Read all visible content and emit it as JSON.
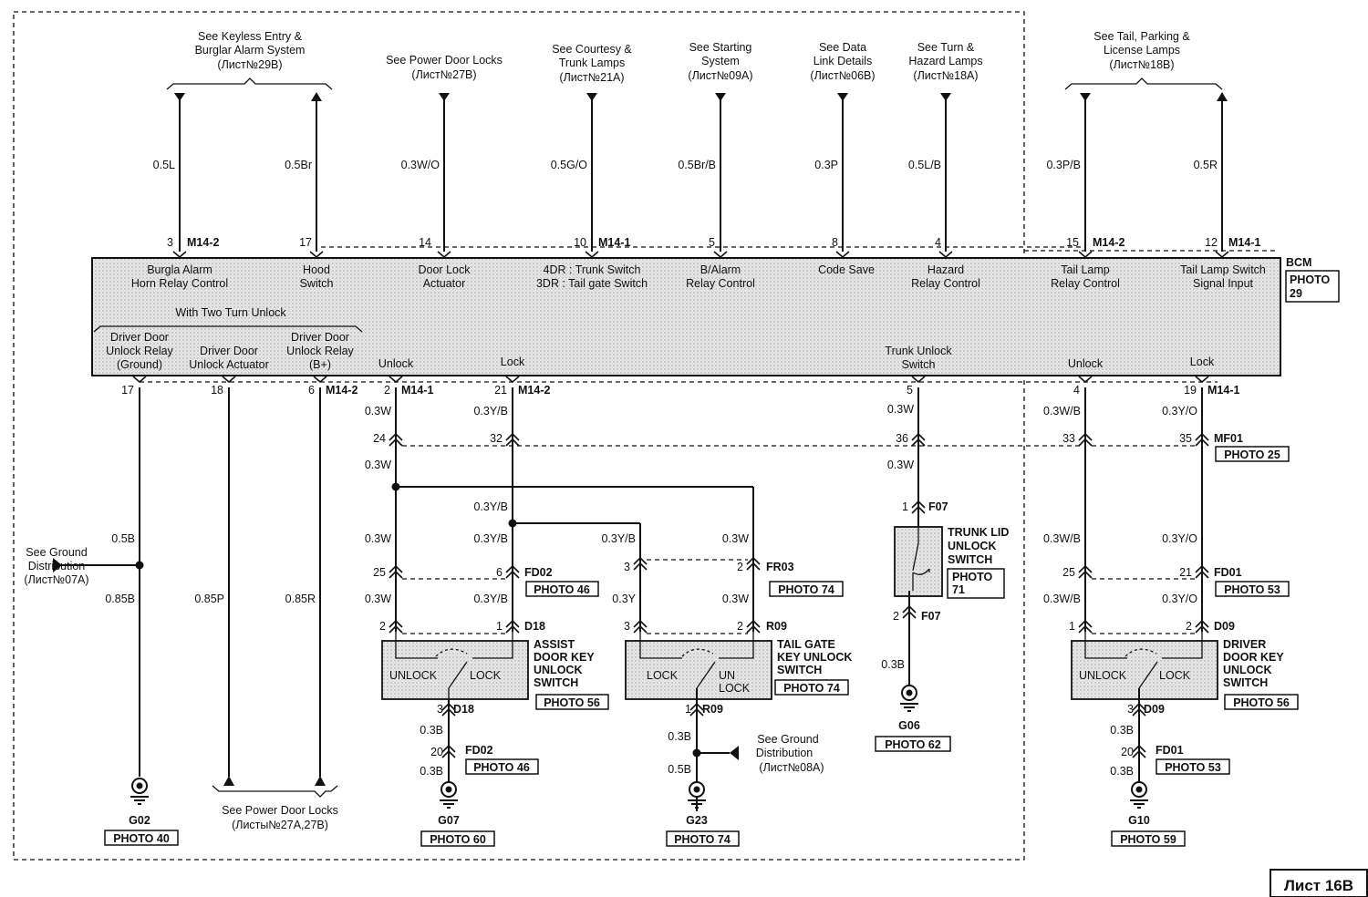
{
  "sheet": "Лист 16В",
  "ecu": {
    "name": "BCM",
    "photo": [
      "PHOTO",
      "29"
    ],
    "top_labels": [
      {
        "l1": "Burgla Alarm",
        "l2": "Horn Relay Control"
      },
      {
        "l1": "Hood",
        "l2": "Switch"
      },
      {
        "l1": "Door Lock",
        "l2": "Actuator"
      },
      {
        "l1": "4DR : Trunk Switch",
        "l2": "3DR : Tail gate Switch"
      },
      {
        "l1": "B/Alarm",
        "l2": "Relay Control"
      },
      {
        "l1": "Code Save",
        "l2": ""
      },
      {
        "l1": "Hazard",
        "l2": "Relay Control"
      },
      {
        "l1": "Tail Lamp",
        "l2": "Relay Control"
      },
      {
        "l1": "Tail Lamp Switch",
        "l2": "Signal Input"
      }
    ],
    "two_turn": "With Two Turn Unlock",
    "bottom_labels": [
      {
        "l1": "Driver Door",
        "l2": "Unlock Relay",
        "l3": "(Ground)"
      },
      {
        "l1": "Driver Door",
        "l2": "Unlock Actuator",
        "l3": ""
      },
      {
        "l1": "Driver Door",
        "l2": "Unlock Relay",
        "l3": "(B+)"
      },
      {
        "l1": "Unlock",
        "l2": "",
        "l3": ""
      },
      {
        "l1": "Lock",
        "l2": "",
        "l3": ""
      },
      {
        "l1": "Trunk Unlock",
        "l2": "Switch",
        "l3": ""
      },
      {
        "l1": "Unlock",
        "l2": "",
        "l3": ""
      },
      {
        "l1": "Lock",
        "l2": "",
        "l3": ""
      }
    ]
  },
  "top_refs": [
    {
      "l1": "See Keyless Entry &",
      "l2": "Burglar Alarm System",
      "l3": "(Лист№29В)"
    },
    {
      "l1": "See Power Door Locks",
      "l2": "(Лист№27В)",
      "l3": ""
    },
    {
      "l1": "See Courtesy &",
      "l2": "Trunk Lamps",
      "l3": "(Лист№21А)"
    },
    {
      "l1": "See Starting",
      "l2": "System",
      "l3": "(Лист№09А)"
    },
    {
      "l1": "See Data",
      "l2": "Link Details",
      "l3": "(Лист№06В)"
    },
    {
      "l1": "See Turn &",
      "l2": "Hazard Lamps",
      "l3": "(Лист№18А)"
    },
    {
      "l1": "See Tail, Parking &",
      "l2": "License Lamps",
      "l3": "(Лист№18В)"
    }
  ],
  "top_wires": [
    "0.5L",
    "0.5Br",
    "0.3W/O",
    "0.5G/O",
    "0.5Br/B",
    "0.3P",
    "0.5L/B",
    "0.3P/B",
    "0.5R"
  ],
  "top_pins": [
    "3",
    "17",
    "14",
    "10",
    "5",
    "8",
    "4",
    "15",
    "12"
  ],
  "top_connectors": [
    "M14-2",
    "M14-1",
    "M14-2",
    "M14-1"
  ],
  "bottom_pins": [
    "17",
    "18",
    "6",
    "2",
    "21",
    "5",
    "4",
    "19"
  ],
  "bottom_connectors": [
    "M14-2",
    "M14-1",
    "M14-2",
    "M14-1"
  ],
  "left": {
    "ground_ref": {
      "l1": "See Ground",
      "l2": "Distribution",
      "l3": "(Лист№07А)"
    },
    "wires": [
      "0.5B",
      "0.85B",
      "0.85P",
      "0.85R"
    ],
    "ground": "G02",
    "ground_photo": "PHOTO 40",
    "pdl_ref": {
      "l1": "See Power Door Locks",
      "l2": "(Листы№27А,27В)"
    }
  },
  "assist": {
    "wires": [
      "0.3W",
      "0.3W",
      "0.3W",
      "0.3W",
      "0.3Y/B",
      "0.3Y/B",
      "0.3Y/B",
      "0.3Y/B"
    ],
    "conn_mf_pins": [
      "24",
      "32"
    ],
    "fd02_pins": [
      "25",
      "6"
    ],
    "fd02": "FD02",
    "fd02_photo": "PHOTO 46",
    "d18_pins": [
      "2",
      "1"
    ],
    "d18": "D18",
    "switch_name": [
      "ASSIST",
      "DOOR KEY",
      "UNLOCK",
      "SWITCH"
    ],
    "switch_photo": "PHOTO 56",
    "contacts": [
      "UNLOCK",
      "LOCK"
    ],
    "out_pin": "3",
    "out_conn": "D18",
    "out_wires": [
      "0.3B",
      "0.3B"
    ],
    "fd02_out_pin": "20",
    "fd02_out": "FD02",
    "fd02_out_photo": "PHOTO 46",
    "ground": "G07",
    "ground_photo": "PHOTO 60"
  },
  "tailgate": {
    "wires": [
      "0.3Y/B",
      "0.3W",
      "0.3Y",
      "0.3W"
    ],
    "fr03_pins": [
      "3",
      "2"
    ],
    "fr03": "FR03",
    "fr03_photo": "PHOTO 74",
    "r09_pins": [
      "3",
      "2"
    ],
    "r09": "R09",
    "switch_name": [
      "TAIL GATE",
      "KEY UNLOCK",
      "SWITCH"
    ],
    "switch_photo": "PHOTO 74",
    "contacts": [
      "LOCK",
      "UN",
      "LOCK"
    ],
    "out_pin": "1",
    "out_conn": "R09",
    "out_wires": [
      "0.3B",
      "0.5B"
    ],
    "ground_ref": {
      "l1": "See Ground",
      "l2": "Distribution",
      "l3": "(Лист№08А)"
    },
    "ground": "G23",
    "ground_photo": "PHOTO 74"
  },
  "trunk": {
    "wires": [
      "0.3W",
      "0.3W",
      "0.3B"
    ],
    "mf_pin": "36",
    "f07_pins": [
      "1",
      "2"
    ],
    "f07": "F07",
    "switch_name": [
      "TRUNK LID",
      "UNLOCK",
      "SWITCH"
    ],
    "switch_photo": [
      "PHOTO",
      "71"
    ],
    "ground": "G06",
    "ground_photo": "PHOTO 62"
  },
  "driver": {
    "wires": [
      "0.3W/B",
      "0.3W/B",
      "0.3W/B",
      "0.3Y/O",
      "0.3Y/O",
      "0.3Y/O"
    ],
    "mf_pins": [
      "33",
      "35"
    ],
    "mf01": "MF01",
    "mf01_photo": "PHOTO 25",
    "fd01_pins": [
      "25",
      "21"
    ],
    "fd01": "FD01",
    "fd01_photo": "PHOTO 53",
    "d09_pins": [
      "1",
      "2"
    ],
    "d09": "D09",
    "switch_name": [
      "DRIVER",
      "DOOR KEY",
      "UNLOCK",
      "SWITCH"
    ],
    "switch_photo": "PHOTO 56",
    "contacts": [
      "UNLOCK",
      "LOCK"
    ],
    "out_pin": "3",
    "out_conn": "D09",
    "out_wires": [
      "0.3B",
      "0.3B"
    ],
    "fd01_out_pin": "20",
    "fd01_out": "FD01",
    "fd01_out_photo": "PHOTO 53",
    "ground": "G10",
    "ground_photo": "PHOTO 59"
  }
}
